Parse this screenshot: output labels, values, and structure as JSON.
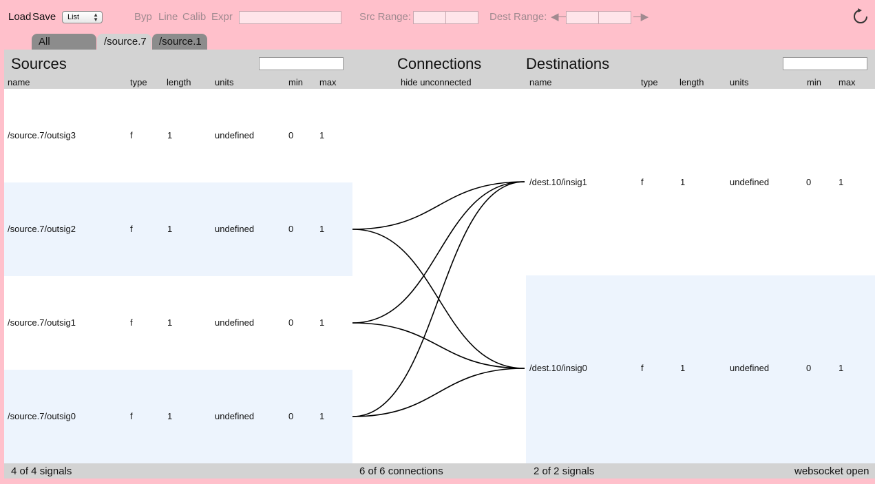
{
  "toolbar": {
    "load_label": "Load",
    "save_label": "Save",
    "view_mode": "List",
    "byp_label": "Byp",
    "line_label": "Line",
    "calib_label": "Calib",
    "expr_label": "Expr",
    "expr_value": "",
    "src_range_label": "Src Range:",
    "src_range_min": "",
    "src_range_max": "",
    "dest_range_label": "Dest Range:",
    "dest_range_min": "",
    "dest_range_max": ""
  },
  "tabs": [
    {
      "label": "All Devices",
      "active": false
    },
    {
      "label": "/source.7",
      "active": true
    },
    {
      "label": "/source.1",
      "active": false
    }
  ],
  "sources": {
    "title": "Sources",
    "search_value": "",
    "columns": [
      "name",
      "type",
      "length",
      "units",
      "min",
      "max"
    ],
    "rows": [
      {
        "name": "/source.7/outsig3",
        "type": "f",
        "length": "1",
        "units": "undefined",
        "min": "0",
        "max": "1"
      },
      {
        "name": "/source.7/outsig2",
        "type": "f",
        "length": "1",
        "units": "undefined",
        "min": "0",
        "max": "1"
      },
      {
        "name": "/source.7/outsig1",
        "type": "f",
        "length": "1",
        "units": "undefined",
        "min": "0",
        "max": "1"
      },
      {
        "name": "/source.7/outsig0",
        "type": "f",
        "length": "1",
        "units": "undefined",
        "min": "0",
        "max": "1"
      }
    ],
    "footer": "4 of 4 signals"
  },
  "connections": {
    "title": "Connections",
    "toggle_label": "hide unconnected",
    "links": [
      {
        "src": "/source.7/outsig2",
        "dst": "/dest.10/insig1"
      },
      {
        "src": "/source.7/outsig2",
        "dst": "/dest.10/insig0"
      },
      {
        "src": "/source.7/outsig1",
        "dst": "/dest.10/insig1"
      },
      {
        "src": "/source.7/outsig1",
        "dst": "/dest.10/insig0"
      },
      {
        "src": "/source.7/outsig0",
        "dst": "/dest.10/insig1"
      },
      {
        "src": "/source.7/outsig0",
        "dst": "/dest.10/insig0"
      }
    ],
    "footer": "6 of 6 connections"
  },
  "destinations": {
    "title": "Destinations",
    "search_value": "",
    "columns": [
      "name",
      "type",
      "length",
      "units",
      "min",
      "max"
    ],
    "rows": [
      {
        "name": "/dest.10/insig1",
        "type": "f",
        "length": "1",
        "units": "undefined",
        "min": "0",
        "max": "1"
      },
      {
        "name": "/dest.10/insig0",
        "type": "f",
        "length": "1",
        "units": "undefined",
        "min": "0",
        "max": "1"
      }
    ],
    "footer": "2 of 2 signals"
  },
  "status": "websocket open",
  "icons": {
    "refresh": "refresh-icon",
    "arrow_left": "arrow-left-icon",
    "arrow_right": "arrow-right-icon"
  }
}
